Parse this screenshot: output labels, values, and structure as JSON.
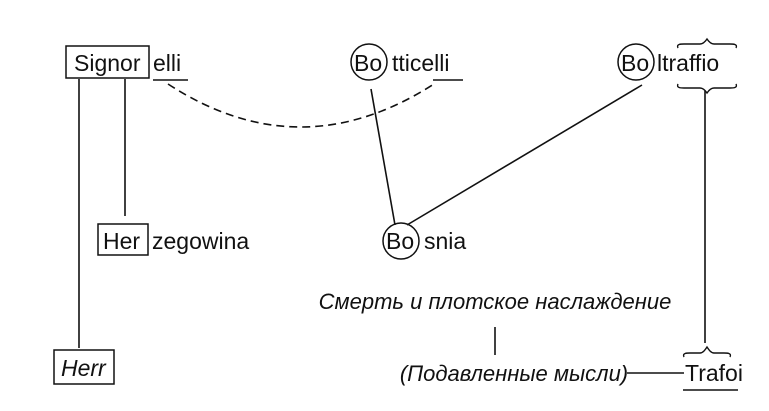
{
  "diagram": {
    "signorelli": {
      "boxed": "Signor",
      "underlined": "elli"
    },
    "botticelli": {
      "circled": "Bo",
      "rest": "tticelli"
    },
    "boltraffio": {
      "circled": "Bo",
      "braced": "ltraffio"
    },
    "herzegowina": {
      "boxed": "Her",
      "rest": "zegowina"
    },
    "bosnia": {
      "circled": "Bo",
      "rest": "snia"
    },
    "herr": "Herr",
    "trafoi": "Trafoi",
    "death_text": "Смерть и плотское наслаждение",
    "suppressed_text": "(Подавленные мысли)"
  }
}
